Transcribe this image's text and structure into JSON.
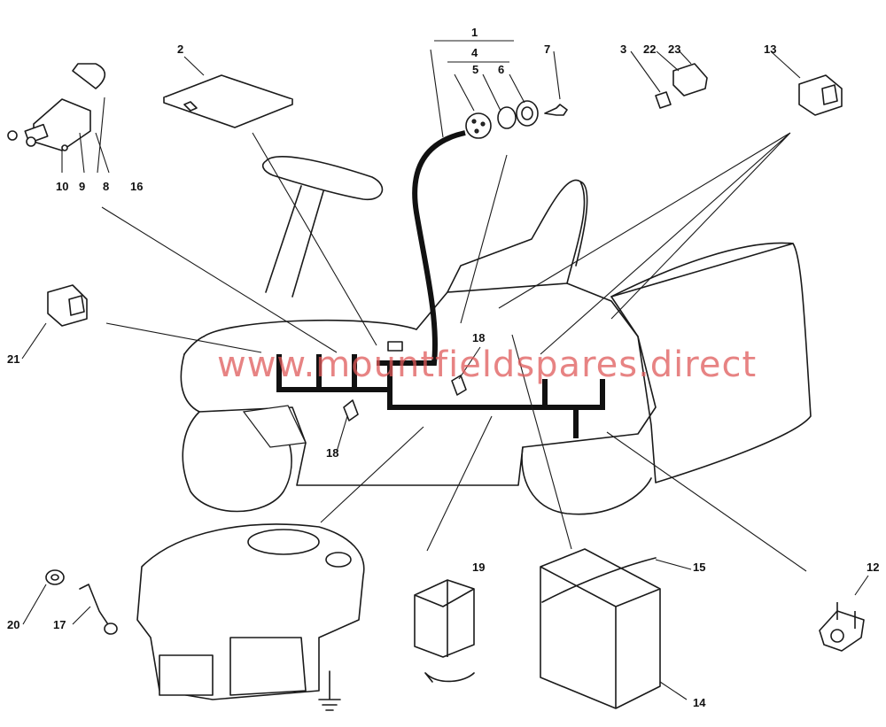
{
  "watermark": "www.mountfieldspares.direct",
  "colors": {
    "line": "#1a1a1a",
    "harness": "#111111",
    "watermark": "#e05a5a"
  },
  "labels": {
    "l1": "1",
    "l2": "2",
    "l3": "3",
    "l4": "4",
    "l5": "5",
    "l6": "6",
    "l7": "7",
    "l8": "8",
    "l9": "9",
    "l10": "10",
    "l12": "12",
    "l13": "13",
    "l14": "14",
    "l15": "15",
    "l16": "16",
    "l17": "17",
    "l18a": "18",
    "l18b": "18",
    "l19": "19",
    "l20": "20",
    "l21": "21",
    "l22": "22",
    "l23": "23"
  }
}
